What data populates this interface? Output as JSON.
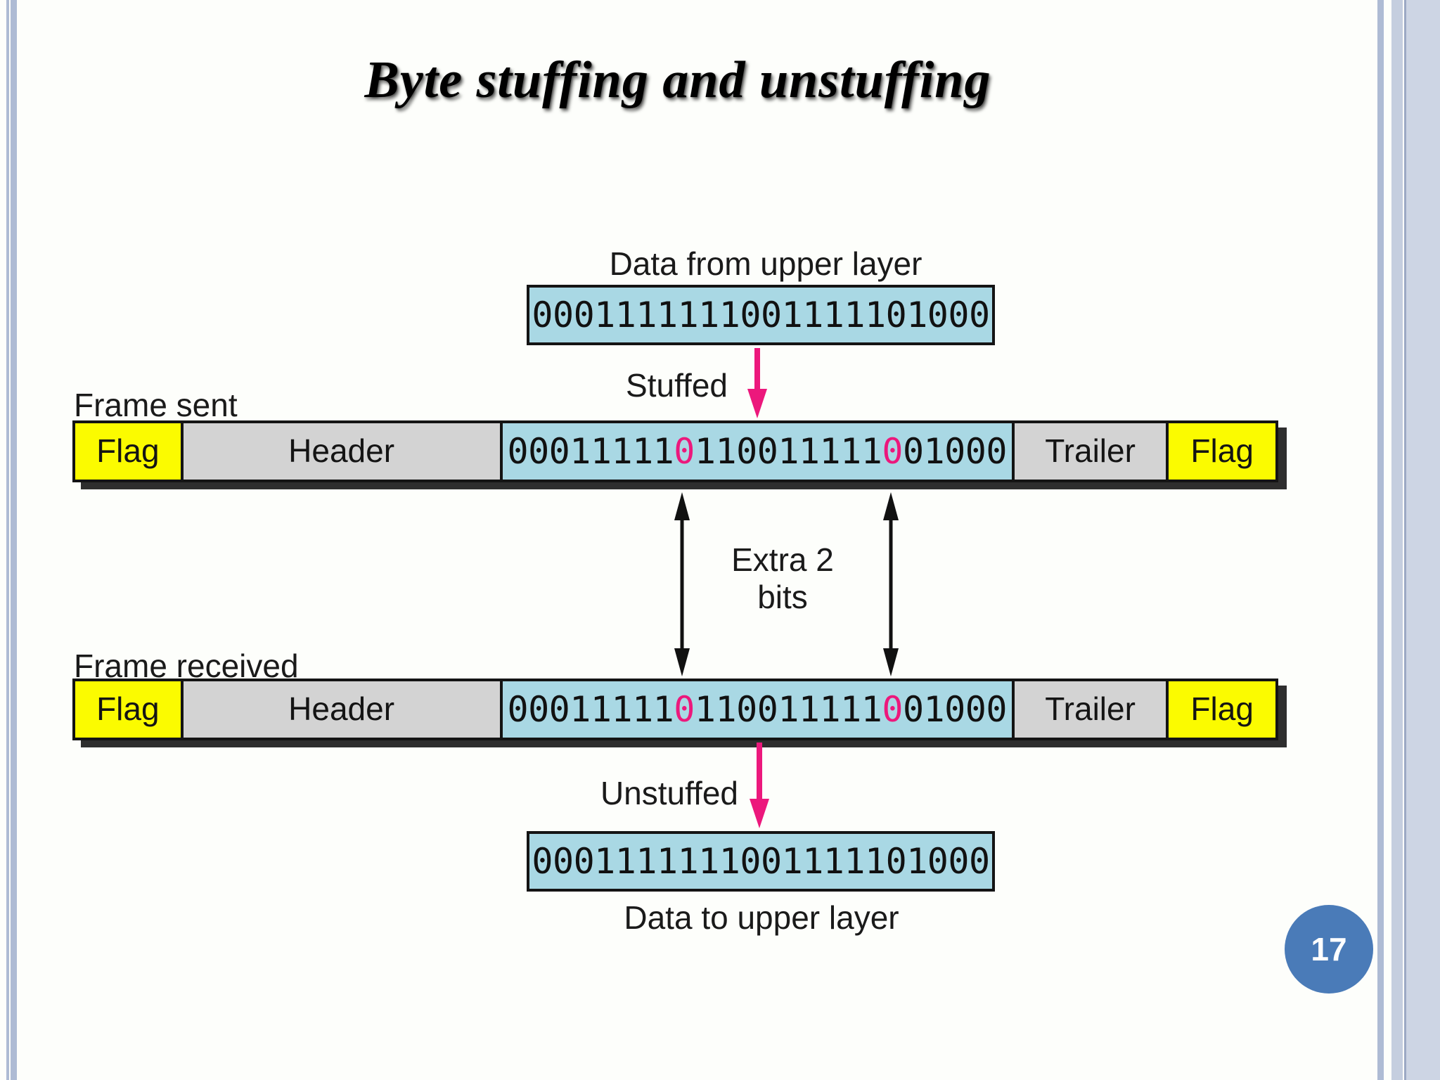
{
  "slide": {
    "title": "Byte stuffing and unstuffing",
    "page_number": "17"
  },
  "diagram": {
    "data_from_upper_label": "Data from upper layer",
    "data_upper_bits": "0001111111001111101000",
    "stuffed_label": "Stuffed",
    "frame_sent_label": "Frame sent",
    "frame_received_label": "Frame received",
    "flag_label": "Flag",
    "header_label": "Header",
    "trailer_label": "Trailer",
    "frame_bits": {
      "pre": "00011111",
      "stuffed1": "0",
      "mid": "110011111",
      "stuffed2": "0",
      "post": "01000"
    },
    "extra_bits_line1": "Extra 2",
    "extra_bits_line2": "bits",
    "unstuffed_label": "Unstuffed",
    "data_lower_bits": "0001111111001111101000",
    "data_to_upper_label": "Data to upper layer"
  },
  "colors": {
    "data_box_cyan": "#a9d8e4",
    "flag_yellow": "#fbfb00",
    "header_gray": "#d3d3d3",
    "stuffed_bit_pink": "#ec187c",
    "arrow_pink": "#ec187c",
    "page_badge_blue": "#4a7bb8",
    "edge_stripe_blue": "#aebbd4"
  }
}
